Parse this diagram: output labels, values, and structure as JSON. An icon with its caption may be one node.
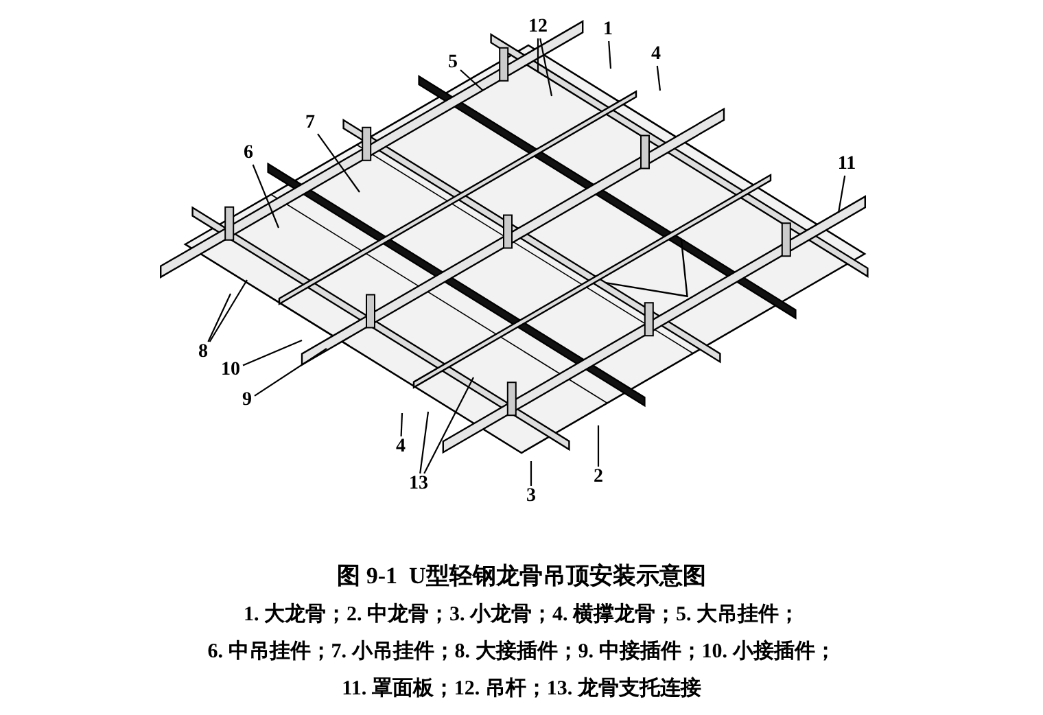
{
  "diagram": {
    "caption": "图 9-1  U型轻钢龙骨吊顶安装示意图",
    "nodes": [
      {
        "text": [
          "12"
        ]
      },
      {
        "text": [
          "1"
        ]
      },
      {
        "text": [
          "5"
        ]
      },
      {
        "text": [
          "4"
        ]
      },
      {
        "text": [
          "7"
        ]
      },
      {
        "text": [
          "6"
        ]
      },
      {
        "text": [
          "11"
        ]
      },
      {
        "text": [
          "8"
        ]
      },
      {
        "text": [
          "10"
        ]
      },
      {
        "text": [
          "9"
        ]
      },
      {
        "text": [
          "4"
        ]
      },
      {
        "text": [
          "13"
        ]
      },
      {
        "text": [
          "2"
        ]
      },
      {
        "text": [
          "3"
        ]
      }
    ],
    "edges": [
      {
        "from": 0,
        "to": null,
        "arrow": "none"
      },
      {
        "from": 0,
        "to": null,
        "arrow": "none"
      },
      {
        "from": 1,
        "to": null,
        "arrow": "none"
      },
      {
        "from": 2,
        "to": null,
        "arrow": "none"
      },
      {
        "from": 3,
        "to": null,
        "arrow": "none"
      },
      {
        "from": 4,
        "to": null,
        "arrow": "none"
      },
      {
        "from": 5,
        "to": null,
        "arrow": "none"
      },
      {
        "from": 6,
        "to": null,
        "arrow": "none"
      },
      {
        "from": 7,
        "to": null,
        "arrow": "none"
      },
      {
        "from": 7,
        "to": null,
        "arrow": "none"
      },
      {
        "from": 8,
        "to": null,
        "arrow": "none"
      },
      {
        "from": 9,
        "to": null,
        "arrow": "none"
      },
      {
        "from": 10,
        "to": null,
        "arrow": "none"
      },
      {
        "from": 11,
        "to": null,
        "arrow": "none"
      },
      {
        "from": 11,
        "to": null,
        "arrow": "none"
      },
      {
        "from": 12,
        "to": null,
        "arrow": "none"
      },
      {
        "from": 13,
        "to": null,
        "arrow": "none"
      }
    ],
    "labels": [
      "1. 大龙骨；2. 中龙骨；3. 小龙骨；4. 横撑龙骨；5. 大吊挂件；",
      "6. 中吊挂件；7. 小吊挂件；8. 大接插件；9. 中接插件；10. 小接插件；",
      "11. 罩面板；12. 吊杆；13. 龙骨支托连接"
    ]
  }
}
